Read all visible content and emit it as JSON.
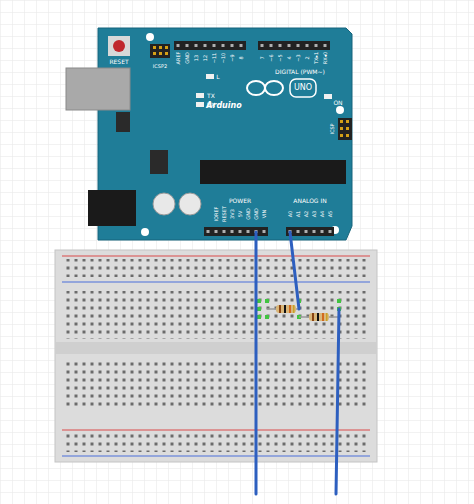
{
  "diagram": {
    "labels": [
      "RESET",
      "ICSP2",
      "L",
      "TX",
      "RX",
      "Arduino",
      "UNO",
      "ON",
      "DIGITAL (PWM~)",
      "ICSP",
      "POWER",
      "ANALOG IN",
      "AREF",
      "GND",
      "13",
      "12",
      "~11",
      "~10",
      "~9",
      "8",
      "7",
      "~6",
      "~5",
      "4",
      "~3",
      "2",
      "TX▸1",
      "RX◂0",
      "IOREF",
      "RESET",
      "3V3",
      "5V",
      "GND",
      "GND",
      "VIN",
      "A0",
      "A1",
      "A2",
      "A3",
      "A4",
      "A5"
    ]
  }
}
